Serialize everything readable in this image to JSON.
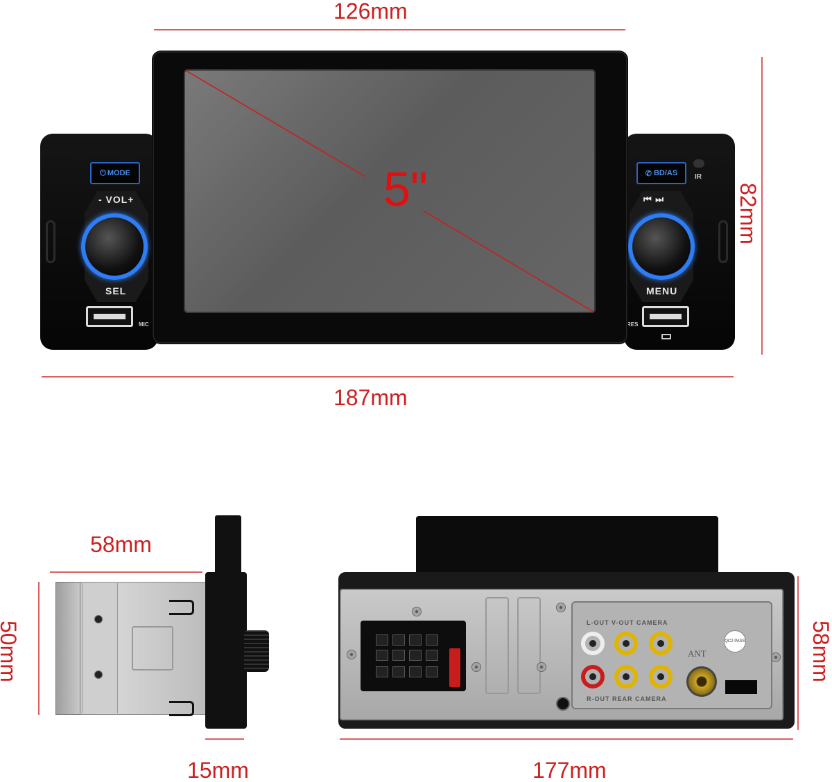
{
  "front": {
    "top_width_label": "126mm",
    "height_label": "82mm",
    "bottom_width_label": "187mm",
    "screen_size": "5\"",
    "left_button_label": "MODE",
    "right_button_label": "BD/AS",
    "vol_label": "- VOL+",
    "left_knob_label": "SEL",
    "right_knob_label": "MENU",
    "mic_label": "MIC",
    "res_label": "RES",
    "ir_label": "IR",
    "prev_next_icons": "⏮ ⏭"
  },
  "side": {
    "depth_label": "58mm",
    "height_label": "50mm",
    "faceplate_label": "15mm"
  },
  "back": {
    "width_label": "177mm",
    "height_label": "58mm",
    "ant_label": "ANT",
    "qc_label": "QC2 PASS",
    "rca_top_legend": "L-OUT  V-OUT  CAMERA",
    "rca_bottom_legend": "R-OUT  REAR  CAMERA"
  },
  "colors": {
    "dimension": "#cc1f1f",
    "knob_ring": "#2f7df5"
  }
}
